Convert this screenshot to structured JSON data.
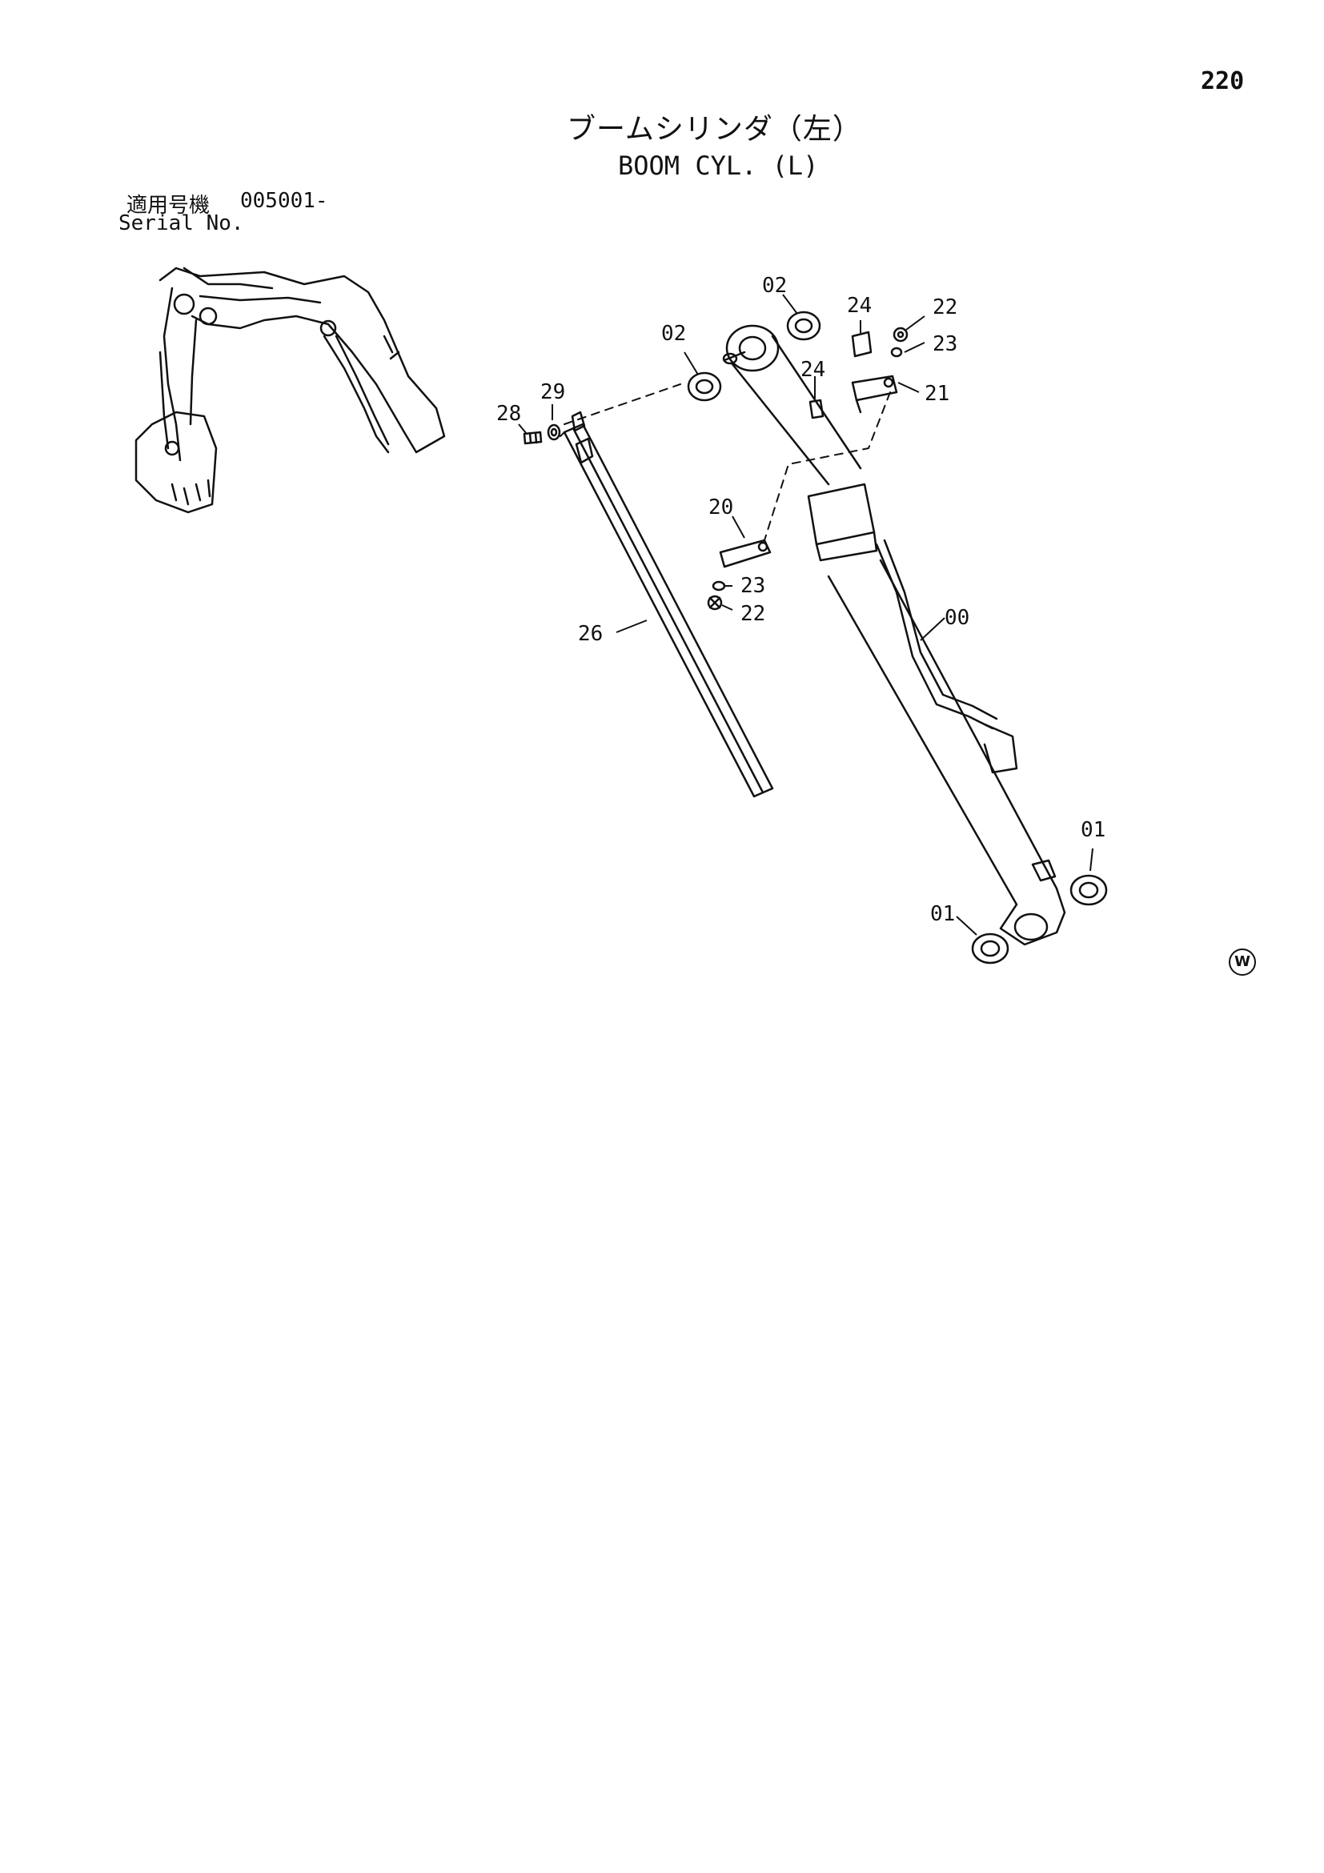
{
  "header": {
    "page_number": "220",
    "title_jp": "ブームシリンダ（左）",
    "title_en": "BOOM CYL. (L)"
  },
  "serial": {
    "label_jp": "適用号機",
    "label_en": "Serial No.",
    "value": "005001-"
  },
  "callouts": [
    {
      "id": "00"
    },
    {
      "id": "01"
    },
    {
      "id": "01"
    },
    {
      "id": "02"
    },
    {
      "id": "02"
    },
    {
      "id": "20"
    },
    {
      "id": "21"
    },
    {
      "id": "22"
    },
    {
      "id": "22"
    },
    {
      "id": "23"
    },
    {
      "id": "23"
    },
    {
      "id": "24"
    },
    {
      "id": "24"
    },
    {
      "id": "26"
    },
    {
      "id": "28"
    },
    {
      "id": "29"
    }
  ],
  "mark": "W"
}
